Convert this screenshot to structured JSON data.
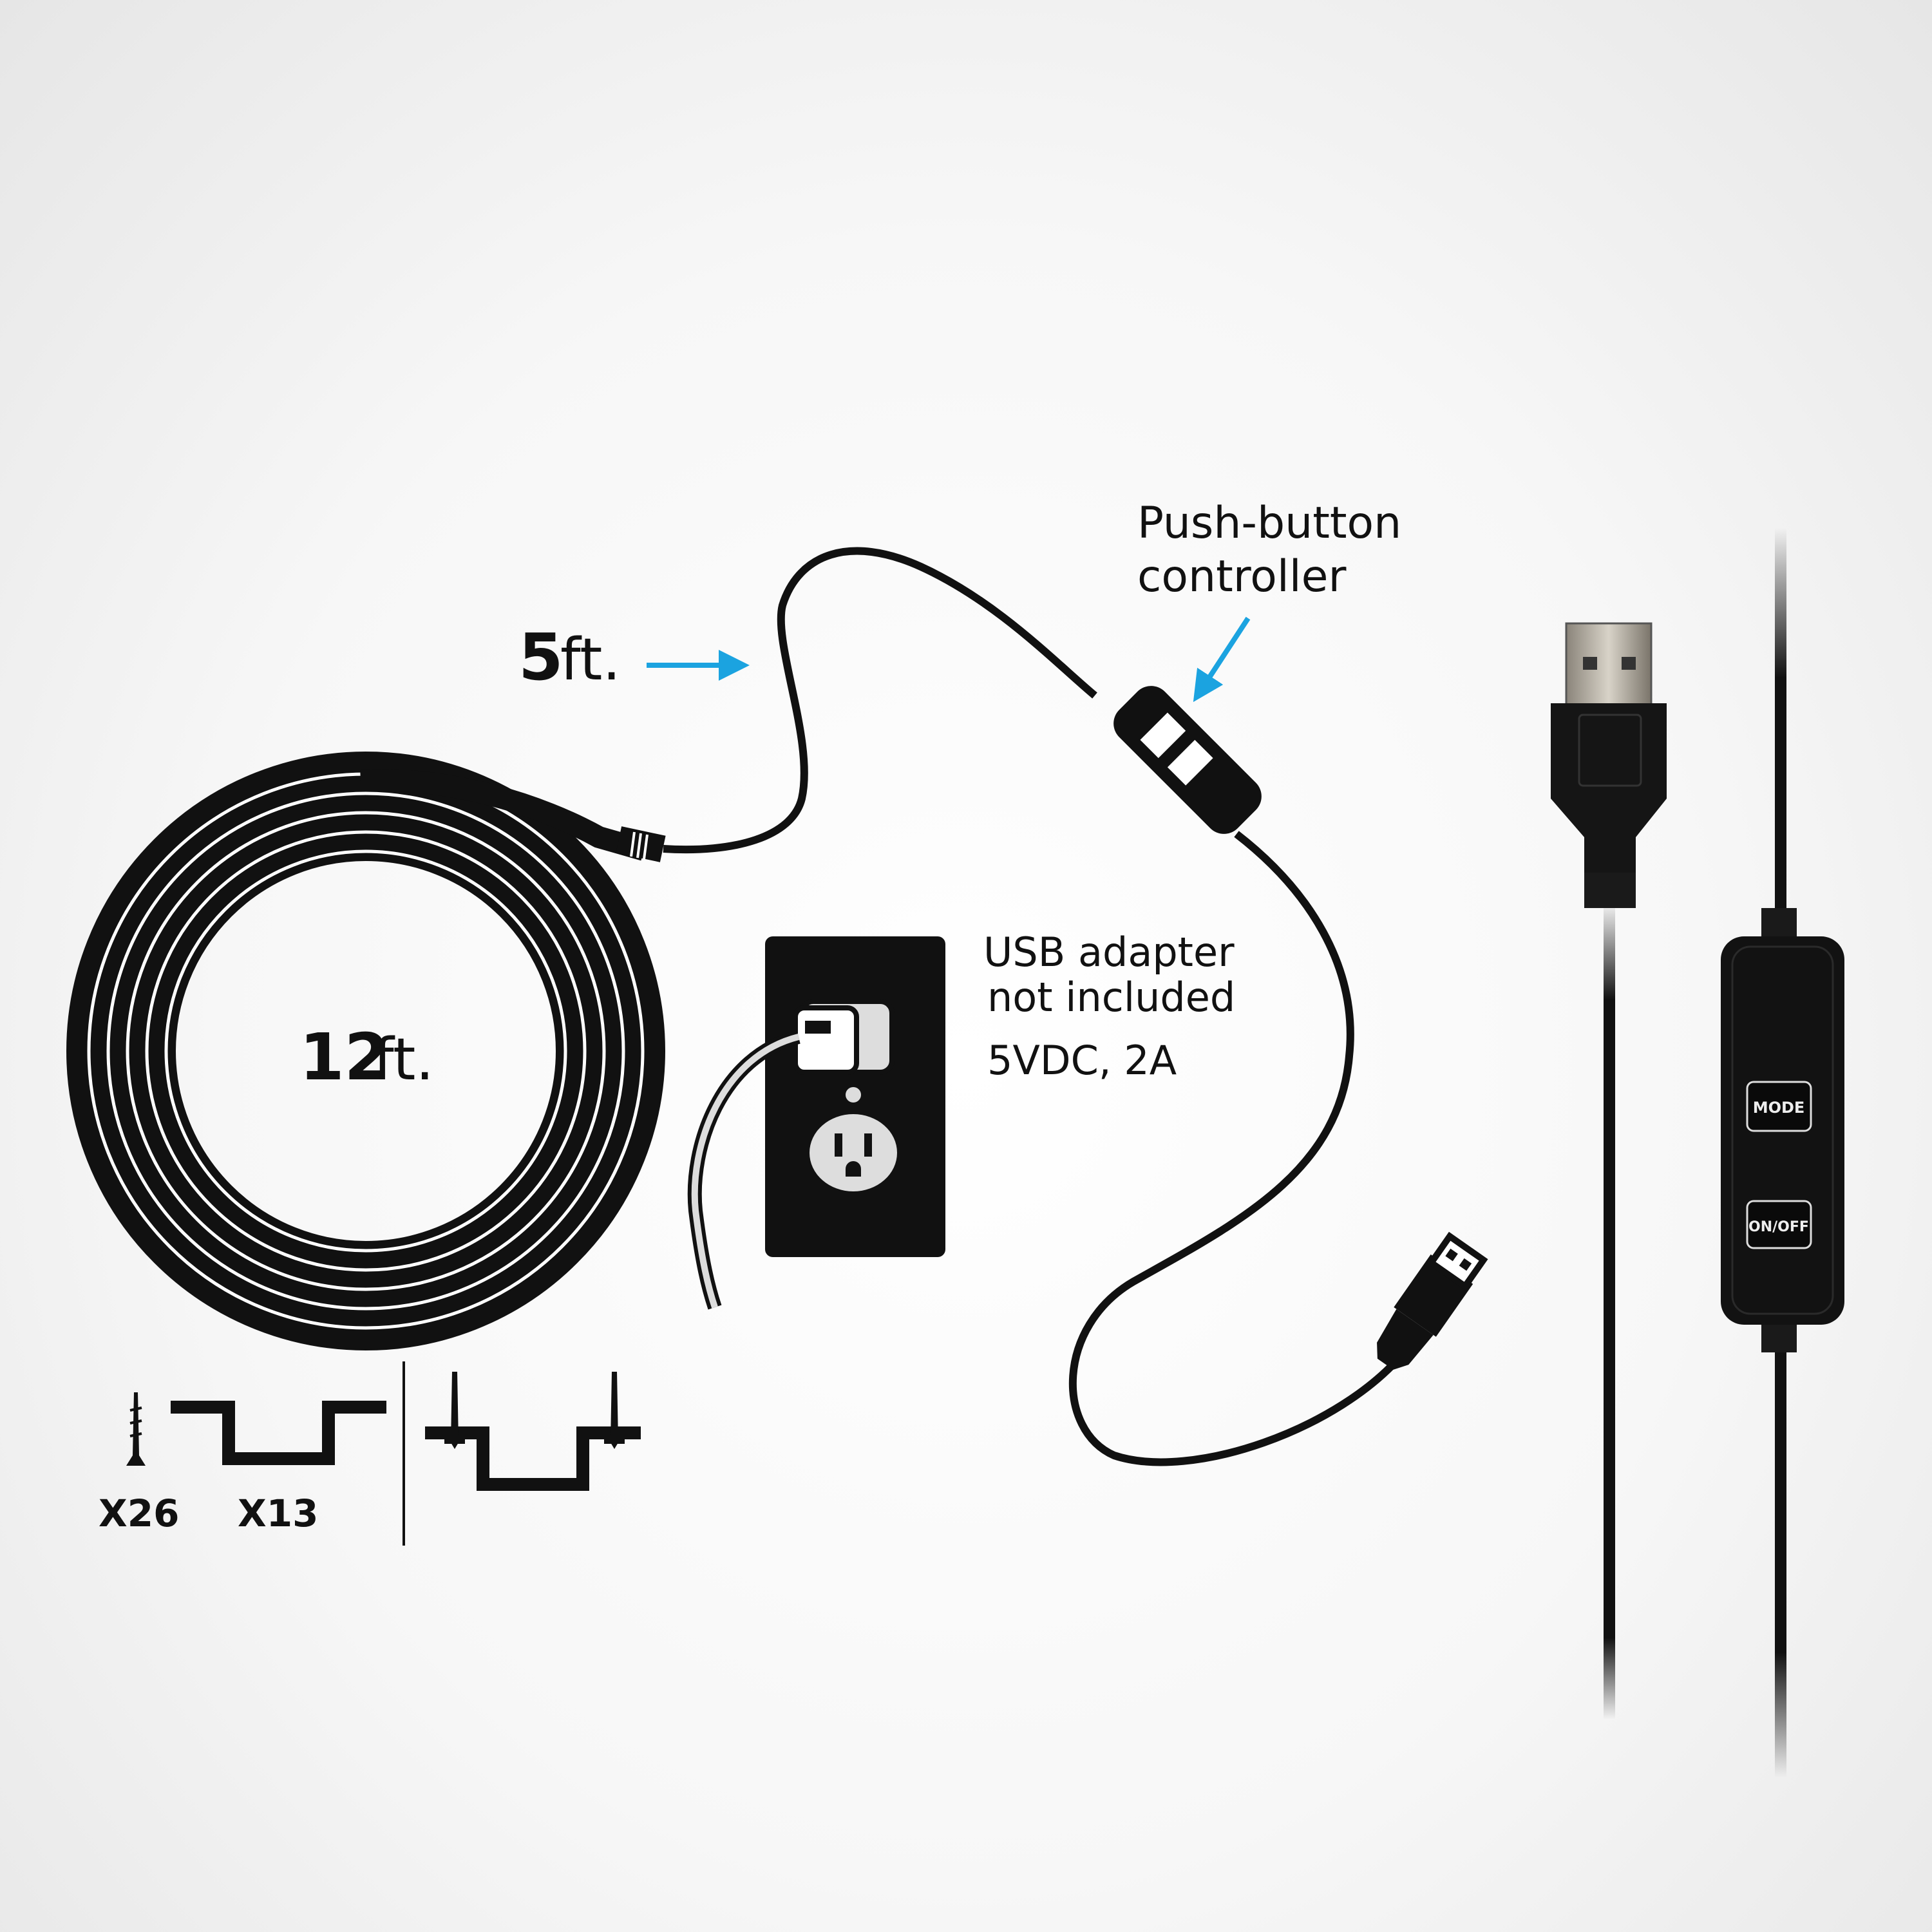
{
  "labels": {
    "controller_line1": "Push-button",
    "controller_line2": "controller",
    "cable_length_number": "5",
    "cable_length_unit": "ft.",
    "strip_length_number": "12",
    "strip_length_unit": "ft.",
    "adapter_line1": "USB adapter",
    "adapter_line2": "not included",
    "power_spec": "5VDC, 2A",
    "screws_count": "X26",
    "brackets_count": "X13"
  },
  "controller_buttons": {
    "mode": "MODE",
    "power": "ON/OFF"
  },
  "colors": {
    "arrow": "#1ba3e0",
    "ink": "#111111",
    "background": "#f4f4f4"
  }
}
